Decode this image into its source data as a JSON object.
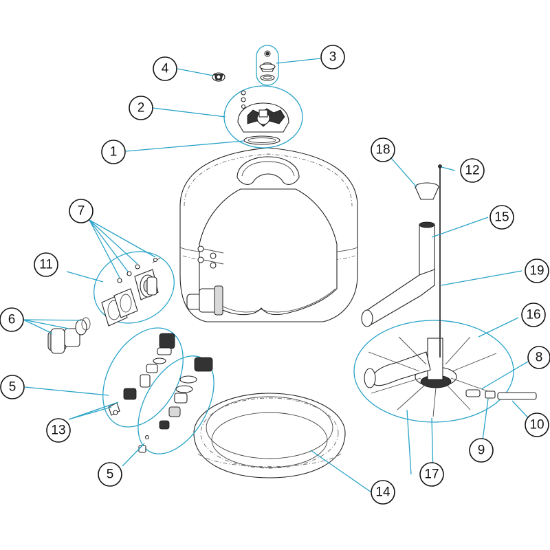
{
  "diagram": {
    "line_color": "#29a3c7",
    "callouts": [
      {
        "id": "c1",
        "label": "1"
      },
      {
        "id": "c2",
        "label": "2"
      },
      {
        "id": "c3",
        "label": "3"
      },
      {
        "id": "c4",
        "label": "4"
      },
      {
        "id": "c5a",
        "label": "5"
      },
      {
        "id": "c5b",
        "label": "5"
      },
      {
        "id": "c6",
        "label": "6"
      },
      {
        "id": "c7",
        "label": "7"
      },
      {
        "id": "c8",
        "label": "8"
      },
      {
        "id": "c9",
        "label": "9"
      },
      {
        "id": "c10",
        "label": "10"
      },
      {
        "id": "c11",
        "label": "11"
      },
      {
        "id": "c12",
        "label": "12"
      },
      {
        "id": "c13",
        "label": "13"
      },
      {
        "id": "c14",
        "label": "14"
      },
      {
        "id": "c15",
        "label": "15"
      },
      {
        "id": "c16",
        "label": "16"
      },
      {
        "id": "c17",
        "label": "17"
      },
      {
        "id": "c18",
        "label": "18"
      },
      {
        "id": "c19",
        "label": "19"
      }
    ]
  }
}
